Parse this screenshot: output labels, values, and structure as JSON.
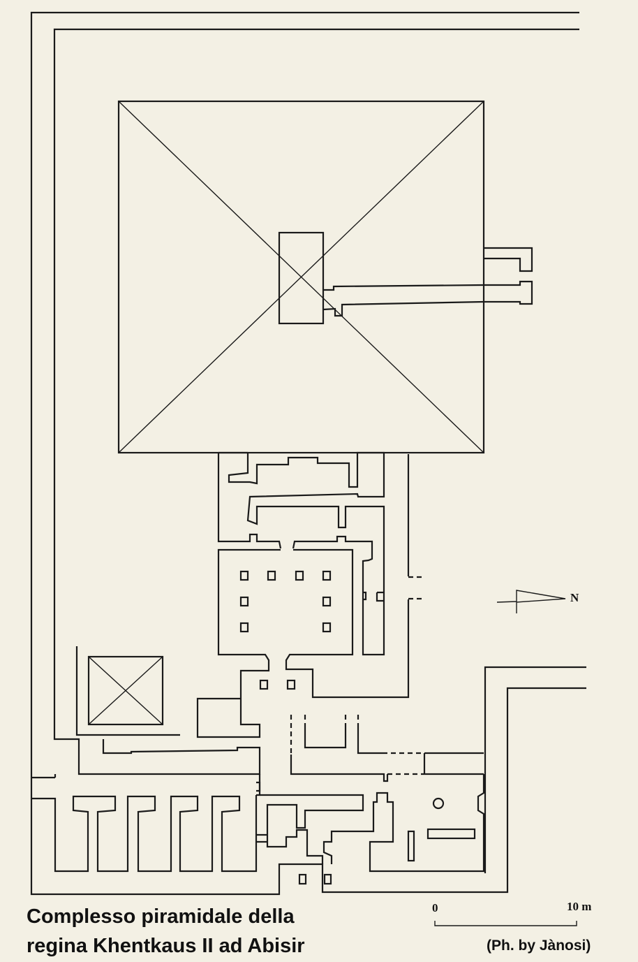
{
  "caption": {
    "line1": "Complesso piramidale della",
    "line2": "regina Khentkaus II ad Abisir"
  },
  "scale_bar": {
    "start_label": "0",
    "end_label": "10 m"
  },
  "north_arrow": {
    "label": "N"
  },
  "credit": "(Ph. by Jànosi)"
}
